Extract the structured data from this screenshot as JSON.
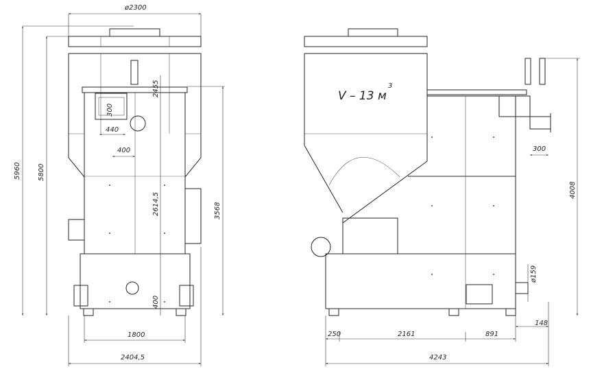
{
  "front_view": {
    "dims": {
      "top_diameter": "ø2300",
      "total_height": "5960",
      "hopper_height": "5800",
      "pipe_height": "2455",
      "hatch_height": "300",
      "hatch_width": "440",
      "hatch_offset": "400",
      "body_height": "2614,5",
      "outlet_height": "3568",
      "bottom_flange_height": "400",
      "base_width": "1800",
      "overall_width": "2404,5"
    }
  },
  "side_view": {
    "volume_label": "V – 13 м",
    "volume_exp": "3",
    "dims": {
      "flange_offset": "300",
      "valve_height": "4008",
      "pipe_diameter": "ø159",
      "pipe_offset": "148",
      "left_offset": "250",
      "body_length": "2161",
      "right_offset": "891",
      "overall_length": "4243"
    }
  }
}
